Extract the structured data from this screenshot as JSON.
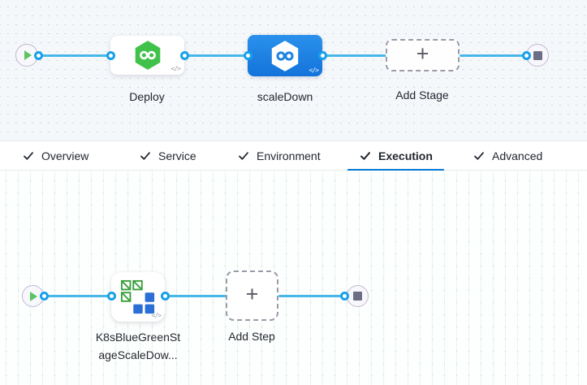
{
  "stage_canvas": {
    "stages": [
      {
        "label": "Deploy",
        "icon": "harness-cd-hexagon-green",
        "selected": false
      },
      {
        "label": "scaleDown",
        "icon": "harness-cd-hexagon-white",
        "selected": true
      }
    ],
    "add_stage": {
      "label": "Add Stage",
      "plus": "+"
    }
  },
  "tab_bar": {
    "active_tab": "Execution",
    "tabs": [
      {
        "label": "Overview",
        "checked": true
      },
      {
        "label": "Service",
        "checked": true
      },
      {
        "label": "Environment",
        "checked": true
      },
      {
        "label": "Execution",
        "checked": true
      },
      {
        "label": "Advanced",
        "checked": true
      }
    ]
  },
  "step_canvas": {
    "steps": [
      {
        "label_line1": "K8sBlueGreenSt",
        "label_line2": "ageScaleDow...",
        "icon": "k8s-blue-green-scale-down"
      }
    ],
    "add_step": {
      "label": "Add Step",
      "plus": "+"
    }
  },
  "glyphs": {
    "code": "</>"
  },
  "colors": {
    "canvas_top_bg": "#f5f8fb",
    "canvas_bottom_bg": "#fdfefe",
    "edge_blue": "#47b7ea",
    "port_blue": "#18a0ea",
    "selected_stage_blue": "#1b82e2",
    "harness_green": "#3fc14a",
    "tab_underline_blue": "#0278d5",
    "k8s_green": "#3aa03c",
    "k8s_blue": "#2b6fd6",
    "text_dark": "#22272f"
  }
}
